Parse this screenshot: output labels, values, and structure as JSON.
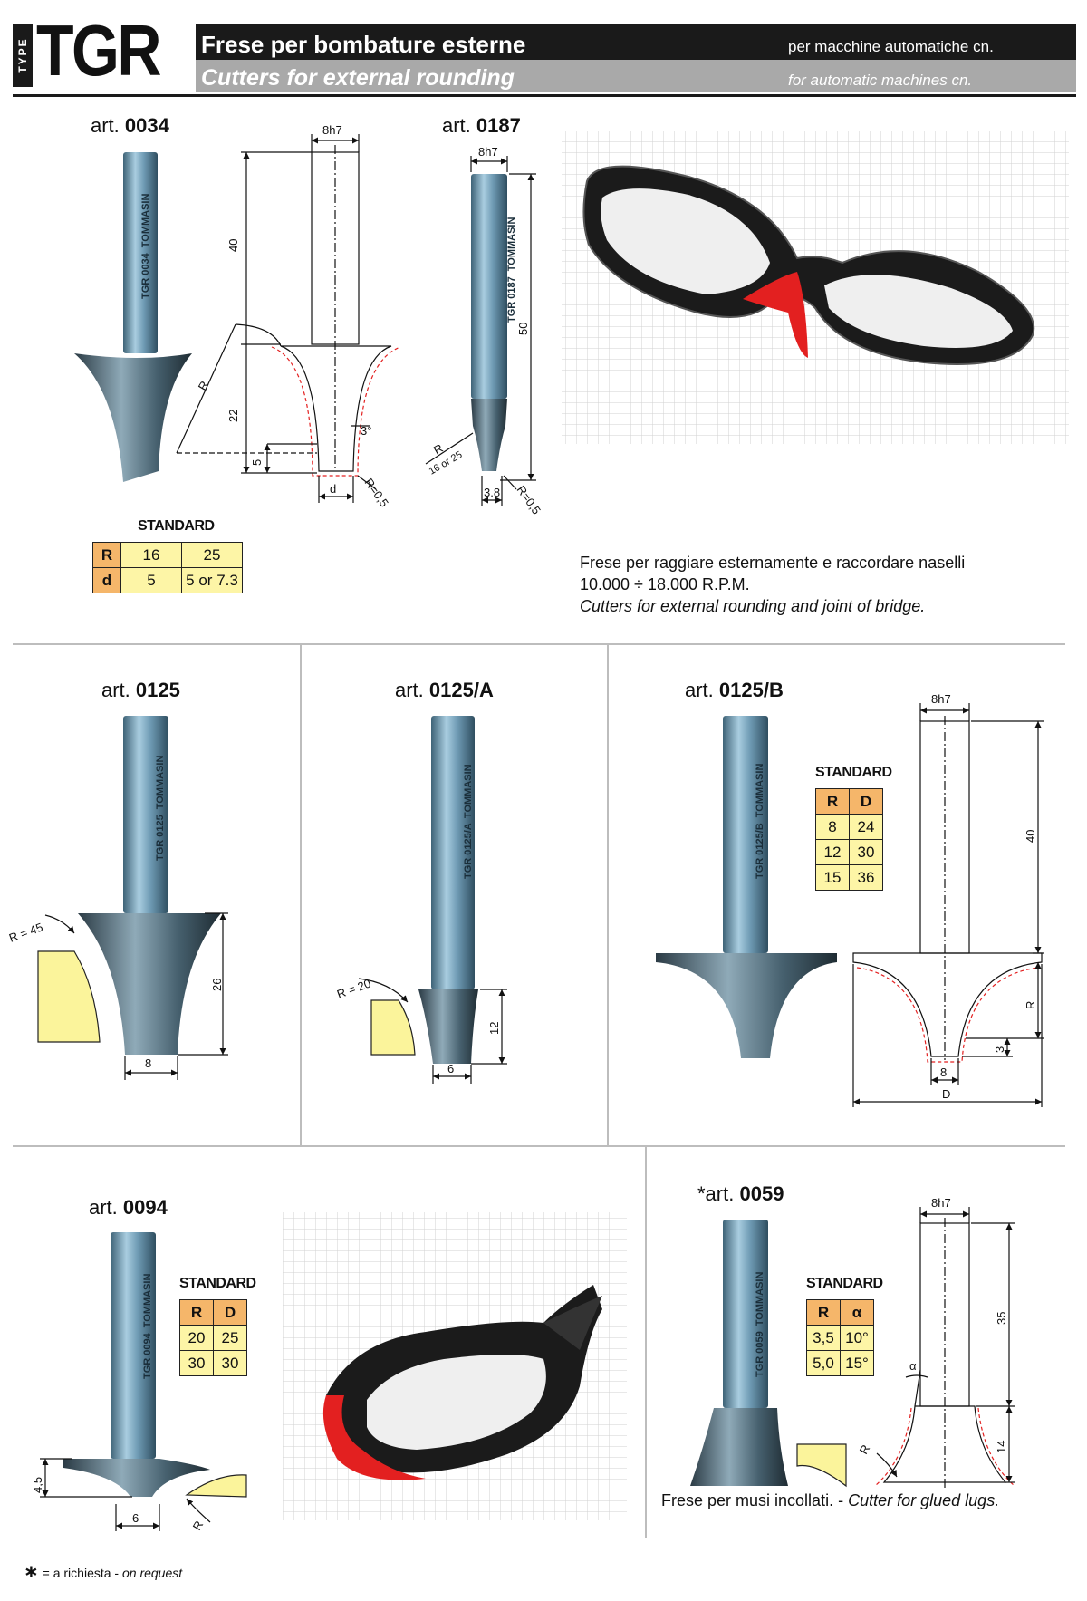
{
  "header": {
    "type_label": "TYPE",
    "code": "TGR",
    "title_it": "Frese per bombature esterne",
    "title_en": "Cutters for external rounding",
    "subtitle_it": "per macchine automatiche cn.",
    "subtitle_en": "for automatic machines cn."
  },
  "sections": {
    "a0034": {
      "prefix": "art.",
      "number": "0034",
      "shank_label": "TGR 0034",
      "brand": "TOMMASIN",
      "dims": {
        "shank": "8h7",
        "length": "40",
        "height": "22",
        "tip": "5",
        "angle": "3°",
        "radius": "R",
        "diameter": "d",
        "edge": "R=0,5"
      },
      "standard_label": "STANDARD",
      "table": [
        [
          "R",
          "16",
          "25"
        ],
        [
          "d",
          "5",
          "5 or 7.3"
        ]
      ]
    },
    "a0187": {
      "prefix": "art.",
      "number": "0187",
      "shank_label": "TGR 0187",
      "brand": "TOMMASIN",
      "dims": {
        "shank": "8h7",
        "length": "50",
        "radius": "R",
        "radius_values": "16 or 25",
        "tip": "3.8",
        "edge": "R=0,5"
      }
    },
    "intro": {
      "line1": "Frese per raggiare esternamente e raccordare naselli",
      "line2": "10.000 ÷ 18.000 R.P.M.",
      "line3": "Cutters for external rounding and joint of bridge."
    },
    "a0125": {
      "prefix": "art.",
      "number": "0125",
      "shank_label": "TGR 0125",
      "brand": "TOMMASIN",
      "dims": {
        "radius": "R = 45",
        "height": "26",
        "width": "8"
      }
    },
    "a0125A": {
      "prefix": "art.",
      "number": "0125/A",
      "shank_label": "TGR 0125/A",
      "brand": "TOMMASIN",
      "dims": {
        "radius": "R = 20",
        "height": "12",
        "width": "6"
      }
    },
    "a0125B": {
      "prefix": "art.",
      "number": "0125/B",
      "shank_label": "TGR 0125/B",
      "brand": "TOMMASIN",
      "dims": {
        "shank": "8h7",
        "length": "40",
        "radius": "R",
        "tip": "3",
        "width": "8",
        "diameter": "D"
      },
      "standard_label": "STANDARD",
      "table": [
        [
          "R",
          "D"
        ],
        [
          "8",
          "24"
        ],
        [
          "12",
          "30"
        ],
        [
          "15",
          "36"
        ]
      ]
    },
    "a0094": {
      "prefix": "art.",
      "number": "0094",
      "shank_label": "TGR 0094",
      "brand": "TOMMASIN",
      "dims": {
        "height": "4,5",
        "width": "6",
        "radius": "R"
      },
      "standard_label": "STANDARD",
      "table": [
        [
          "R",
          "D"
        ],
        [
          "20",
          "25"
        ],
        [
          "30",
          "30"
        ]
      ]
    },
    "a0059": {
      "prefix": "*art.",
      "number": "0059",
      "shank_label": "TGR 0059",
      "brand": "TOMMASIN",
      "dims": {
        "shank": "8h7",
        "length": "35",
        "height": "14",
        "angle": "α",
        "radius": "R"
      },
      "standard_label": "STANDARD",
      "table": [
        [
          "R",
          "α"
        ],
        [
          "3,5",
          "10°"
        ],
        [
          "5,0",
          "15°"
        ]
      ],
      "caption_it": "Frese per musi incollati.",
      "caption_sep": "-",
      "caption_en": "Cutter for glued lugs."
    }
  },
  "footnote": {
    "star": "∗",
    "it": "= a richiesta -",
    "en": "on request"
  },
  "colors": {
    "steel": "#6f9bb4",
    "dark": "#1a1a1a",
    "table_head": "#f5b66a",
    "table_cell": "#fdf5a6",
    "red": "#e32020",
    "grid": "#d6d6d6"
  }
}
